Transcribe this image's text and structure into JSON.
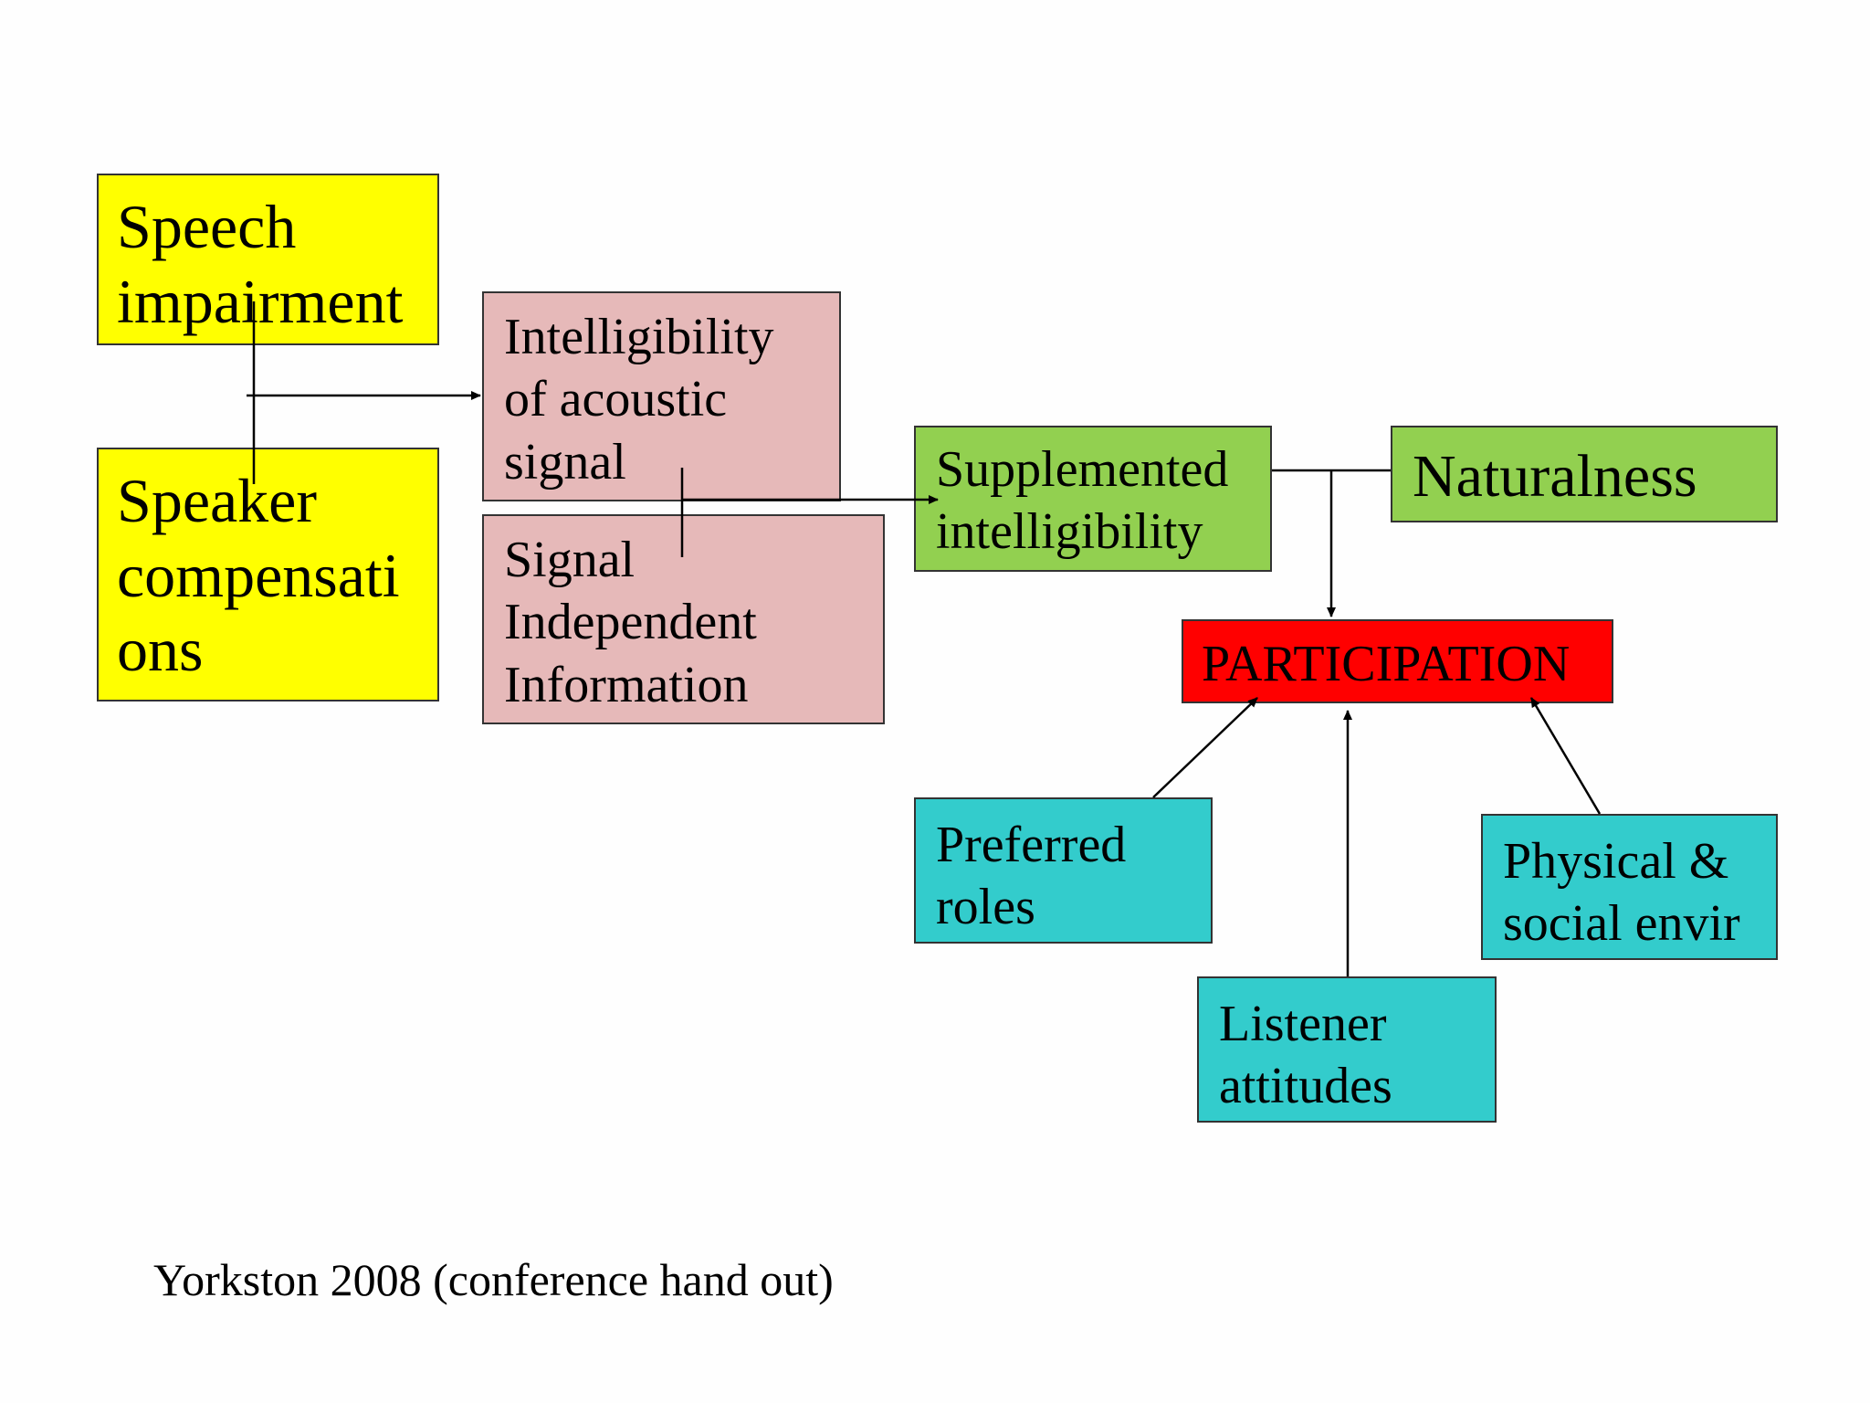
{
  "colors": {
    "yellow": "#ffff00",
    "pink": "#e6b9b9",
    "green": "#92d050",
    "red": "#ff0000",
    "teal": "#33cccc",
    "border": "#333333",
    "line": "#000000"
  },
  "nodes": {
    "speech_impairment": "Speech\nimpairment",
    "speaker_compensations": "Speaker\ncompensati\nons",
    "intelligibility_acoustic": "Intelligibility\nof acoustic\nsignal",
    "signal_independent": "Signal\nIndependent\nInformation",
    "supplemented_intelligibility": "Supplemented\nintelligibility",
    "naturalness": "Naturalness",
    "participation": "PARTICIPATION",
    "preferred_roles": "Preferred\nroles",
    "physical_social": "Physical &\nsocial envir",
    "listener_attitudes": "Listener\nattitudes"
  },
  "citation": "Yorkston 2008 (conference hand out)"
}
